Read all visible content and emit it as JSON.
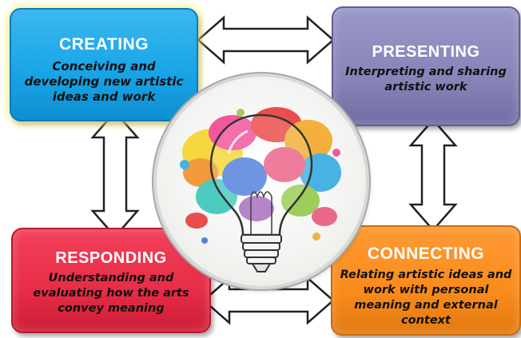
{
  "creating": {
    "title": "CREATING",
    "desc": [
      "Conceiving and",
      "developing new artistic",
      "ideas and work"
    ],
    "color": "#17a3e6"
  },
  "presenting": {
    "title": "PRESENTING",
    "desc": [
      "Interpreting and sharing",
      "artistic work"
    ],
    "color": "#8784b8"
  },
  "responding": {
    "title": "RESPONDING",
    "desc": [
      "Understanding and",
      "evaluating how the arts",
      "convey meaning"
    ],
    "color": "#e72c47"
  },
  "connecting": {
    "title": "CONNECTING",
    "desc": [
      "Relating artistic ideas and",
      "work with personal",
      "meaning and external",
      "context"
    ],
    "color": "#f98b1c"
  },
  "center_image": {
    "icon": "lightbulb-icon"
  },
  "arrows": {
    "style": "double-headed",
    "fill": "#ffffff",
    "stroke": "#222222"
  }
}
